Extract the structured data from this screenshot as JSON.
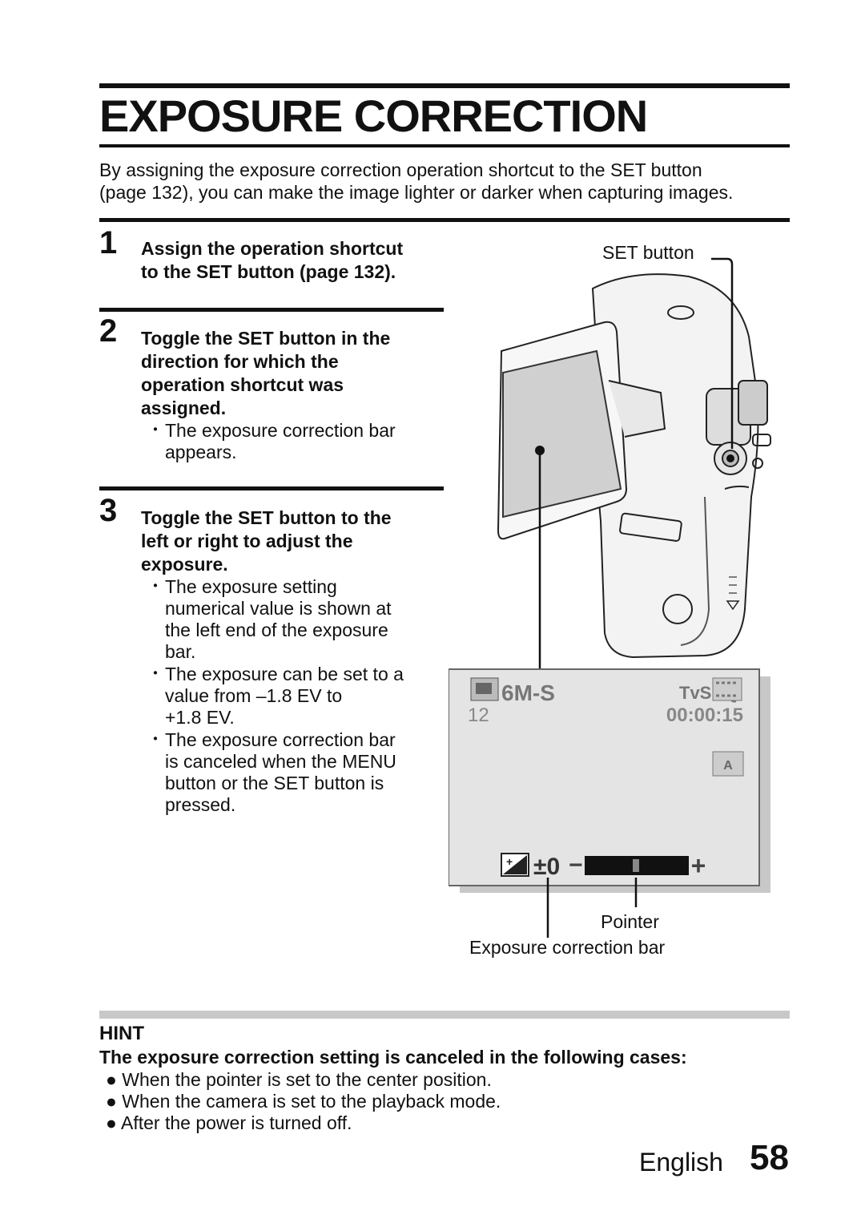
{
  "title": "EXPOSURE CORRECTION",
  "intro": {
    "line1": "By assigning the exposure correction operation shortcut to the SET button",
    "line2": "(page 132), you can make the image lighter or darker when capturing images."
  },
  "steps": [
    {
      "num": "1",
      "heading": [
        "Assign the operation shortcut",
        "to the SET button (page 132)."
      ],
      "bullets": []
    },
    {
      "num": "2",
      "heading": [
        "Toggle the SET button in the",
        "direction for which the",
        "operation shortcut was",
        "assigned."
      ],
      "bullets": [
        [
          "The exposure correction bar",
          "appears."
        ]
      ]
    },
    {
      "num": "3",
      "heading": [
        "Toggle the SET button to the",
        "left or right to adjust the",
        "exposure."
      ],
      "bullets": [
        [
          "The exposure setting",
          "numerical value is shown at",
          "the left end of the exposure",
          "bar."
        ],
        [
          "The exposure can be set to a",
          "value from –1.8 EV to",
          "+1.8 EV."
        ],
        [
          "The exposure correction bar",
          "is canceled when the MENU",
          "button or the SET button is",
          "pressed."
        ]
      ]
    }
  ],
  "diagram": {
    "set_button_label": "SET button",
    "pointer_label": "Pointer",
    "bar_label": "Exposure correction bar",
    "screen": {
      "resolution": "6M-S",
      "quality": "TvSHQ",
      "shots": "12",
      "time": "00:00:15",
      "ev_value": "±0",
      "minus": "−",
      "plus": "+"
    }
  },
  "hint": {
    "title": "HINT",
    "lead": "The exposure correction setting is canceled in the following cases:",
    "items": [
      "When the pointer is set to the center position.",
      "When the camera is set to the playback mode.",
      "After the power is turned off."
    ]
  },
  "footer": {
    "language": "English",
    "page": "58"
  }
}
